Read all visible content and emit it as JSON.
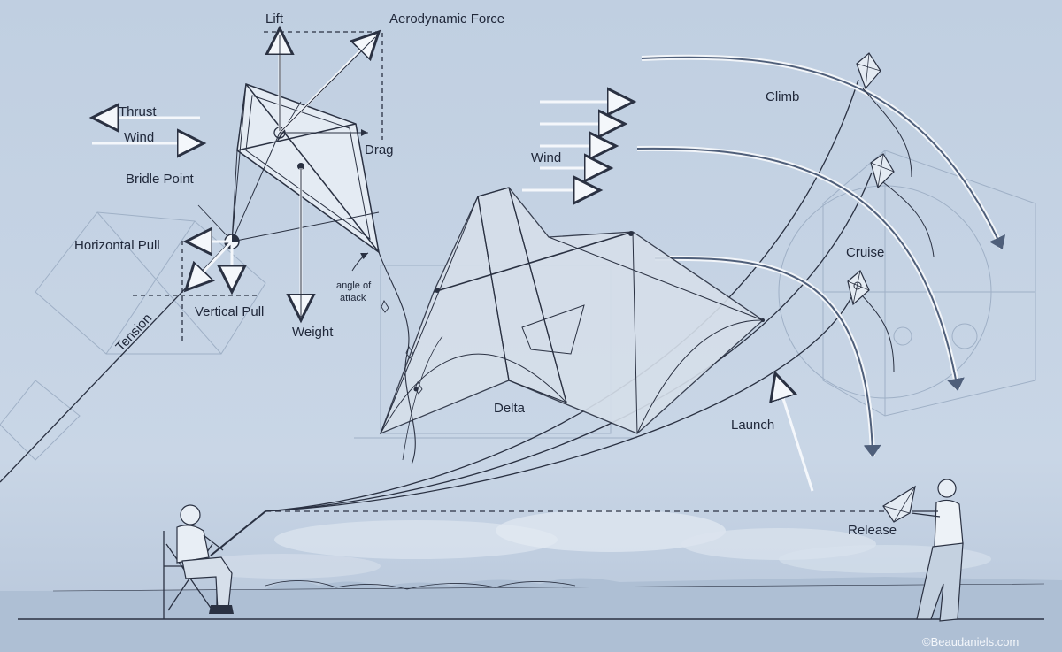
{
  "labels": {
    "lift": "Lift",
    "aerodynamic_force": "Aerodynamic Force",
    "thrust": "Thrust",
    "wind_left": "Wind",
    "drag": "Drag",
    "bridle_point": "Bridle Point",
    "horizontal_pull": "Horizontal Pull",
    "vertical_pull": "Vertical Pull",
    "weight": "Weight",
    "tension": "Tension",
    "angle_of_attack_line1": "angle of",
    "angle_of_attack_line2": "attack",
    "wind_center": "Wind",
    "delta": "Delta",
    "climb": "Climb",
    "cruise": "Cruise",
    "launch": "Launch",
    "release": "Release",
    "copyright": "©Beaudaniels.com"
  },
  "colors": {
    "background": "#c3d1e2",
    "ink": "#2a3142",
    "sail": "#e4ebf3",
    "arrow_fill": "#f4f7fb",
    "flight_arrow": "#5c6d88"
  }
}
